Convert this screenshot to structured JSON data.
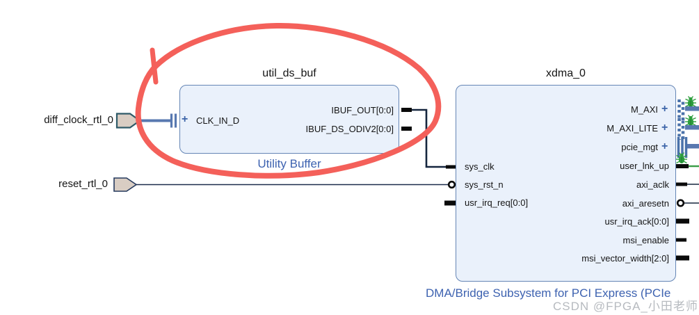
{
  "design": {
    "tool_context": "block-design-canvas",
    "external_ports": [
      {
        "label": "diff_clock_rtl_0",
        "kind": "interface-port"
      },
      {
        "label": "reset_rtl_0",
        "kind": "signal-port"
      }
    ],
    "blocks": [
      {
        "title": "util_ds_buf",
        "type_label": "Utility Buffer",
        "left_ports": [
          {
            "label": "CLK_IN_D",
            "expander": "+",
            "kind": "interface"
          }
        ],
        "right_ports": [
          {
            "label": "IBUF_OUT[0:0]",
            "kind": "bus-output"
          },
          {
            "label": "IBUF_DS_ODIV2[0:0]",
            "kind": "bus-output"
          }
        ]
      },
      {
        "title": "xdma_0",
        "type_label": "DMA/Bridge Subsystem for PCI Express (PCIe",
        "left_ports": [
          {
            "label": "sys_clk",
            "kind": "clock-input"
          },
          {
            "label": "sys_rst_n",
            "kind": "active-low-input"
          },
          {
            "label": "usr_irq_req[0:0]",
            "kind": "bus-input"
          }
        ],
        "right_ports": [
          {
            "label": "M_AXI",
            "expander": "+",
            "kind": "interface",
            "debug_marked": true
          },
          {
            "label": "M_AXI_LITE",
            "expander": "+",
            "kind": "interface",
            "debug_marked": true
          },
          {
            "label": "pcie_mgt",
            "expander": "+",
            "kind": "interface"
          },
          {
            "label": "user_lnk_up",
            "kind": "output",
            "debug_marked": true
          },
          {
            "label": "axi_aclk",
            "kind": "clock-output"
          },
          {
            "label": "axi_aresetn",
            "kind": "active-low-output"
          },
          {
            "label": "usr_irq_ack[0:0]",
            "kind": "bus-output"
          },
          {
            "label": "msi_enable",
            "kind": "output"
          },
          {
            "label": "msi_vector_width[2:0]",
            "kind": "bus-output"
          }
        ]
      }
    ],
    "annotation": {
      "shape": "hand-drawn-ellipse",
      "around": "util_ds_buf",
      "color": "#f4605a"
    },
    "watermark": "CSDN @FPGA_小田老师",
    "colors": {
      "block_fill": "#eaf1fb",
      "block_border": "#6485b5",
      "type_label_blue": "#3d62b0",
      "interface_wire_blue": "#5878b0",
      "net_navy": "#16263f",
      "debug_net_green": "#3d9e4a",
      "debug_bug_green": "#2e9e3e",
      "annotation_red": "#f4605a",
      "port_shape_fill": "#d9cdc3",
      "watermark_gray": "#b6babf"
    }
  }
}
